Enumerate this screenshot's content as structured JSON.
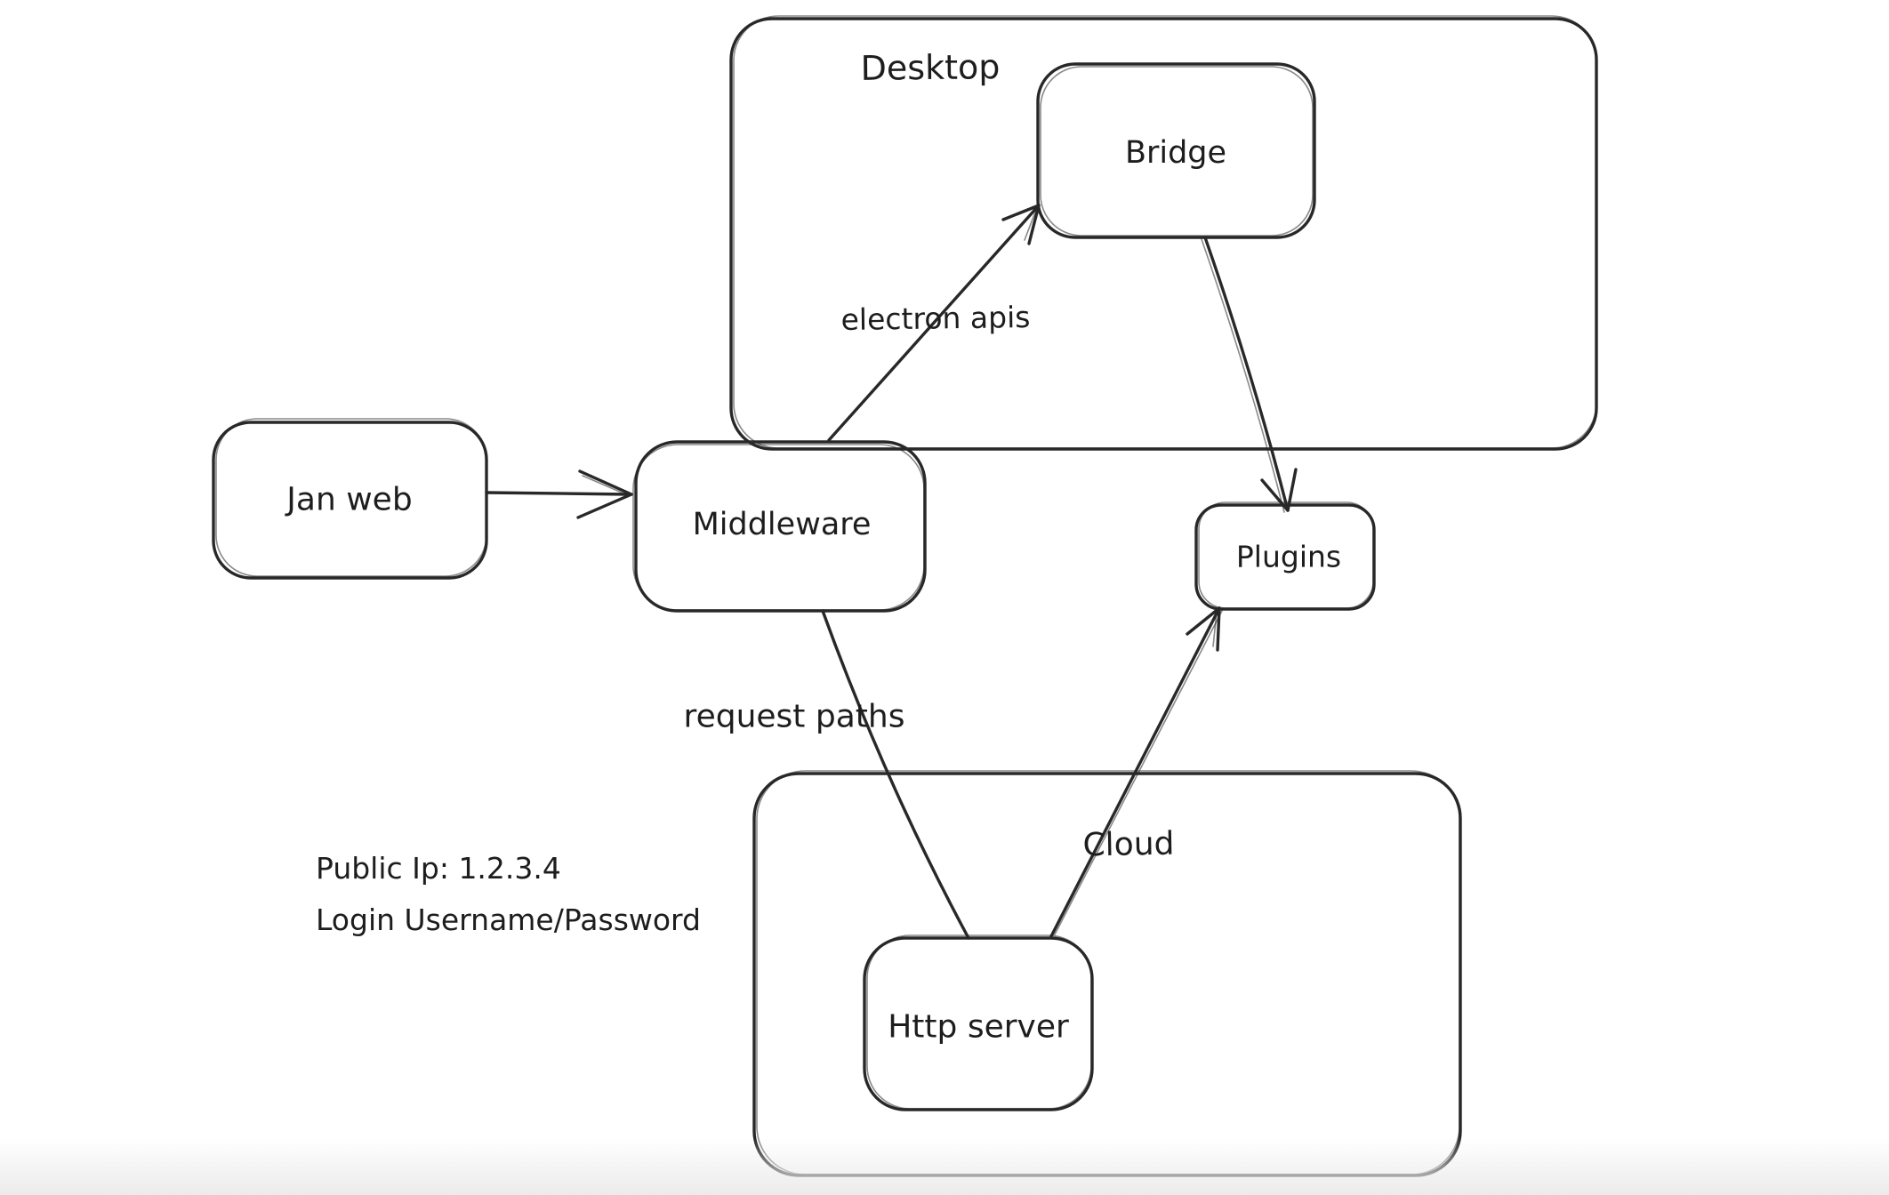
{
  "canvas": {
    "background": "#ffffff",
    "stroke_color": "#282828",
    "text_color": "#1d1d1d",
    "style": "hand-drawn whiteboard (excalidraw-like)"
  },
  "containers": {
    "desktop": {
      "label": "Desktop"
    },
    "cloud": {
      "label": "Cloud"
    }
  },
  "nodes": {
    "jan_web": {
      "label": "Jan web"
    },
    "middleware": {
      "label": "Middleware"
    },
    "bridge": {
      "label": "Bridge"
    },
    "plugins": {
      "label": "Plugins"
    },
    "http_server": {
      "label": "Http server"
    }
  },
  "edge_labels": {
    "electron_apis": "electron apis",
    "request_paths": "request paths"
  },
  "annotations": {
    "public_ip": "Public Ip: 1.2.3.4",
    "login": "Login Username/Password"
  },
  "edges": [
    {
      "from": "Jan web",
      "to": "Middleware",
      "label": "",
      "arrowhead": "end"
    },
    {
      "from": "Middleware",
      "to": "Bridge",
      "label": "electron apis",
      "arrowhead": "end"
    },
    {
      "from": "Bridge",
      "to": "Plugins",
      "label": "",
      "arrowhead": "end"
    },
    {
      "from": "Middleware",
      "to": "Http server",
      "label": "request paths",
      "arrowhead": "none"
    },
    {
      "from": "Http server",
      "to": "Plugins",
      "label": "",
      "arrowhead": "end"
    }
  ]
}
